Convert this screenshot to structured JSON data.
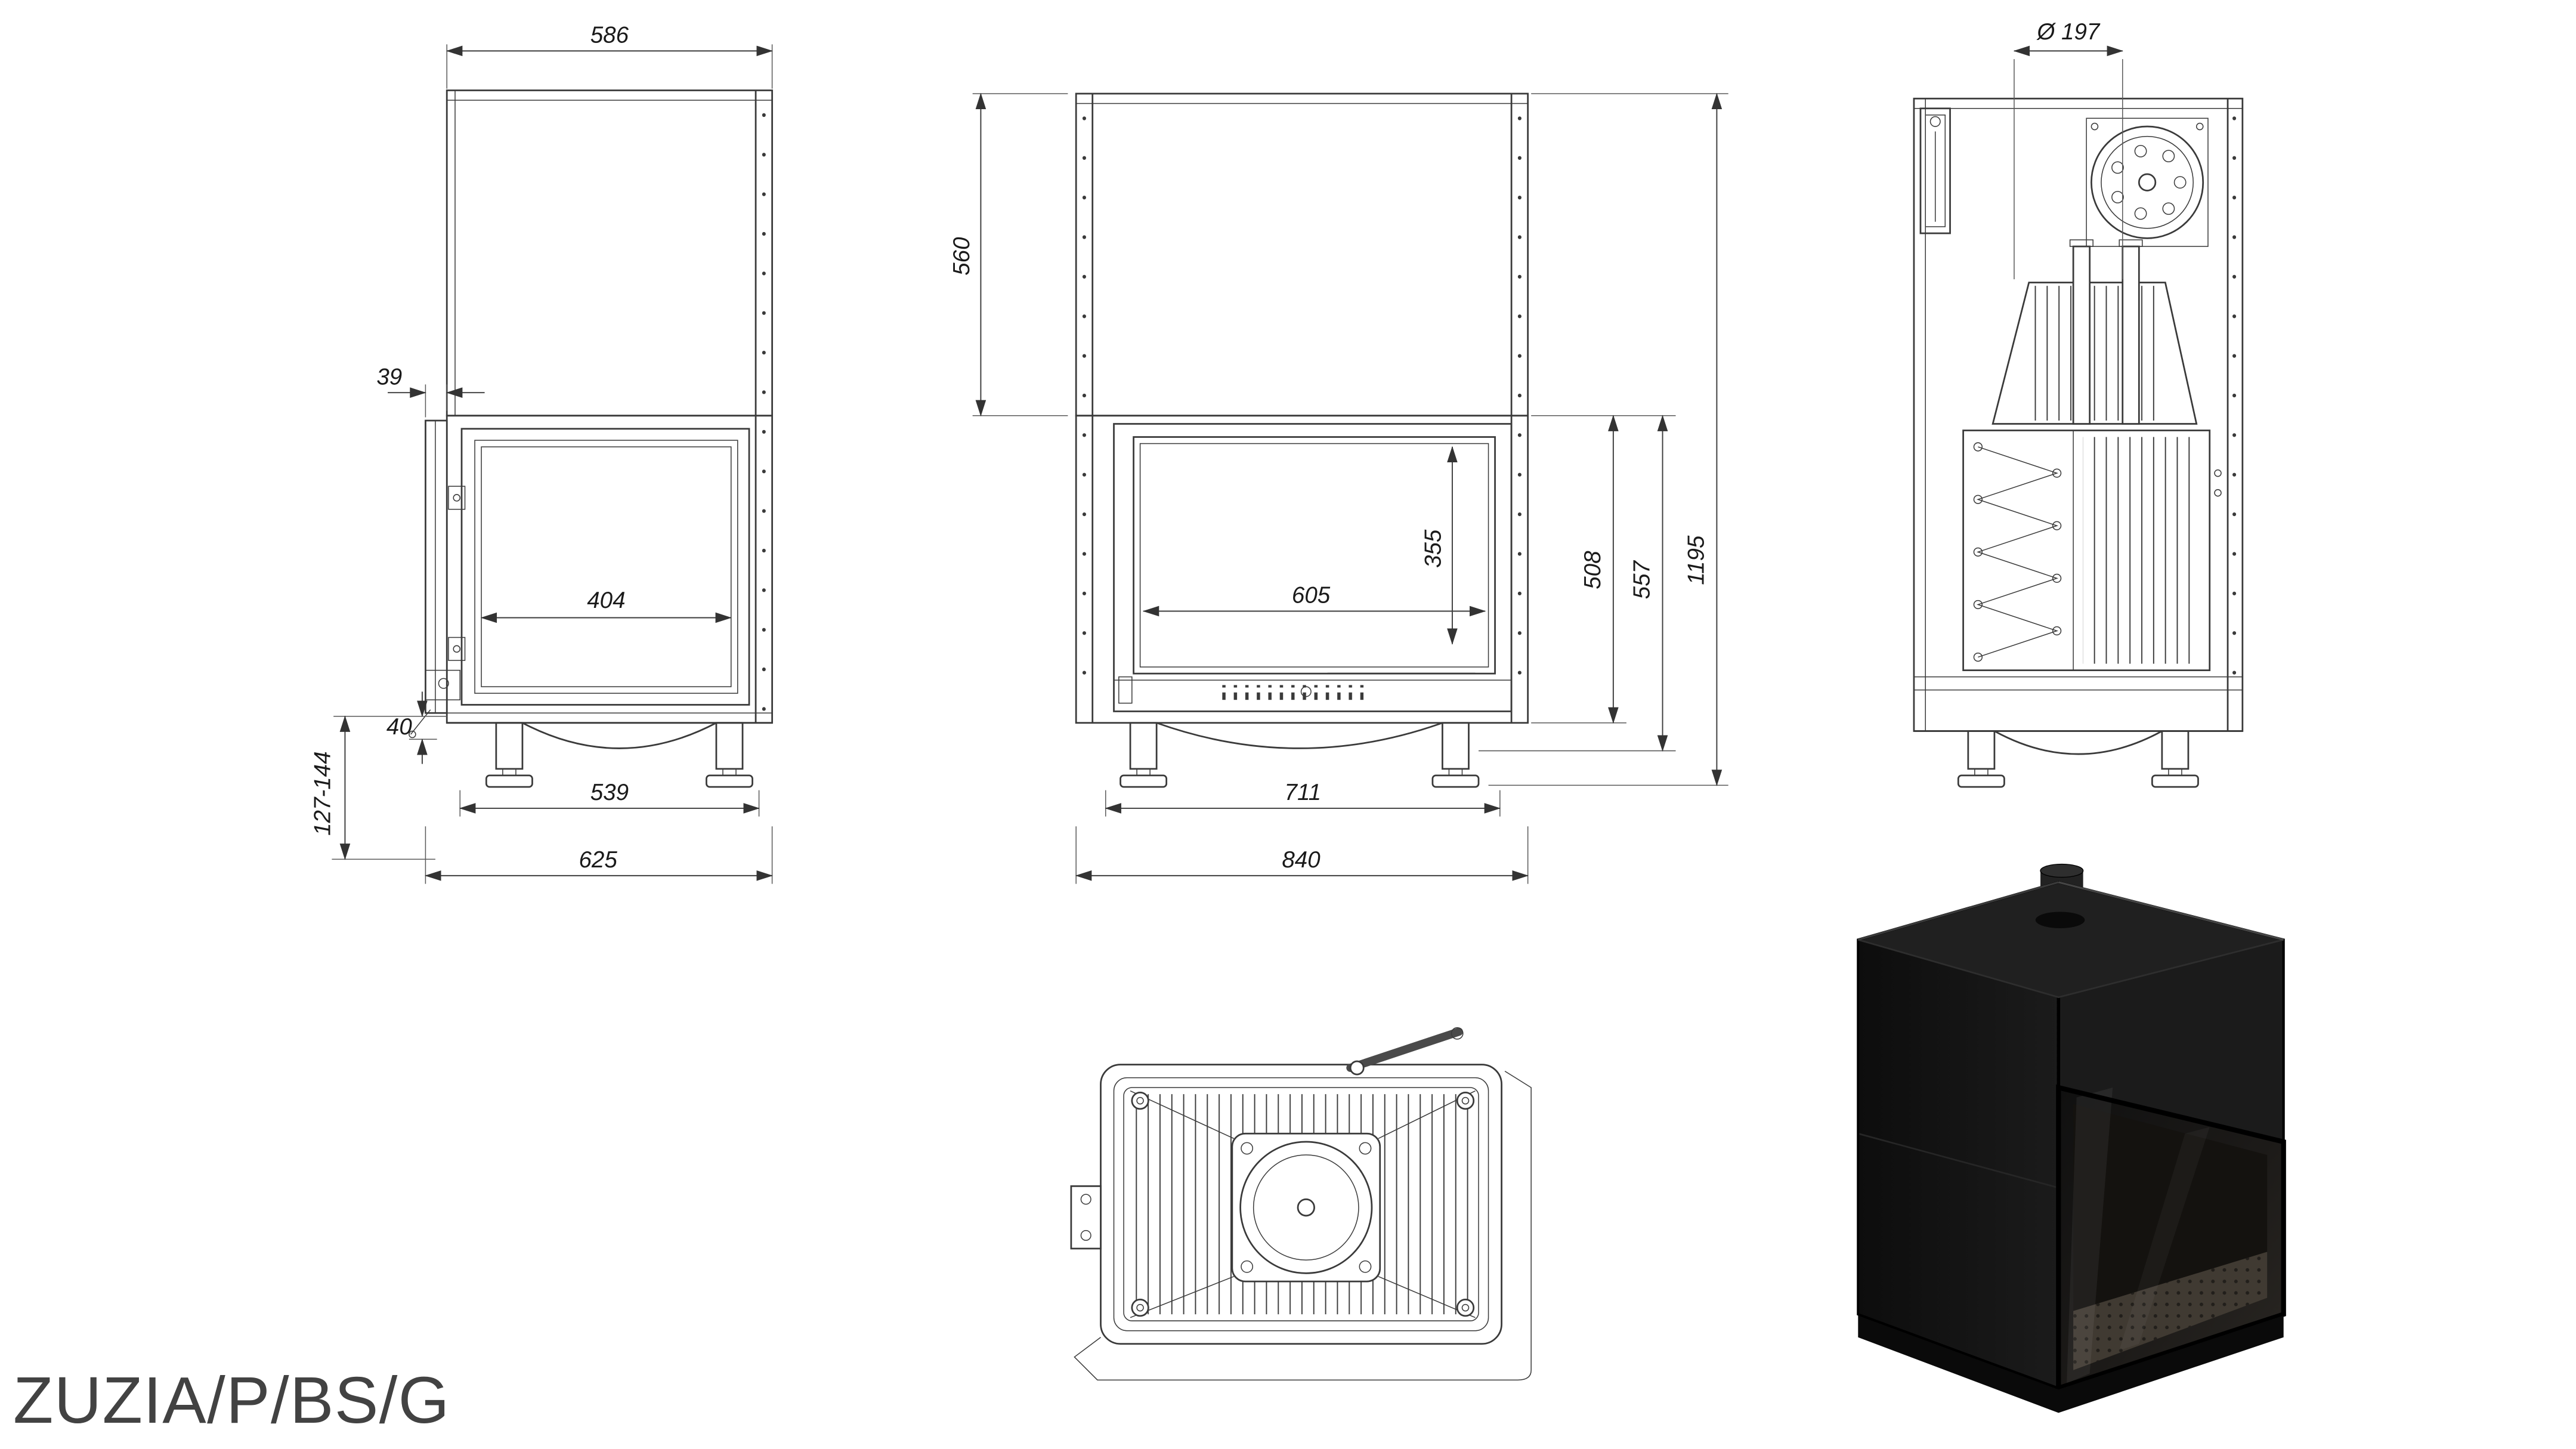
{
  "title": "ZUZIA/P/BS/G",
  "colors": {
    "drawing_line": "#3a3a3a",
    "dimension_text": "#1a1a1a",
    "render_body": "#141414",
    "background": "#ffffff"
  },
  "side_view": {
    "top_width": "586",
    "front_offset": "39",
    "glass_width": "404",
    "base_gap": "40",
    "leg_height_range": "127-144",
    "base_depth": "539",
    "total_depth": "625"
  },
  "front_view": {
    "hood_height": "560",
    "glass_width": "605",
    "glass_height": "355",
    "firebox_height": "508",
    "body_height": "557",
    "total_height": "1195",
    "base_width": "711",
    "total_width": "840"
  },
  "rear_view": {
    "flue_diameter": "Ø 197"
  }
}
